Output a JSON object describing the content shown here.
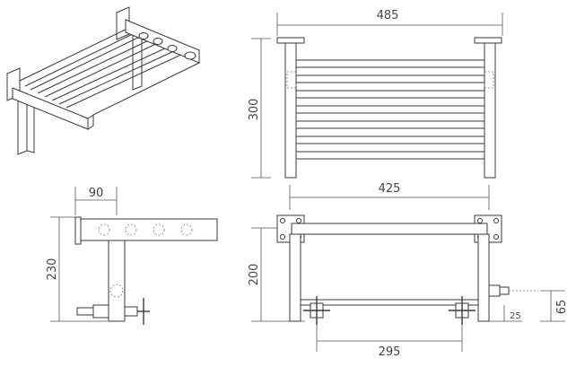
{
  "dimensions": {
    "top_width": "485",
    "top_height": "300",
    "side_depth": "90",
    "side_height": "230",
    "front_width": "425",
    "front_height": "200",
    "valve_spacing": "295",
    "valve_offset": "25",
    "pipe_height": "65"
  }
}
